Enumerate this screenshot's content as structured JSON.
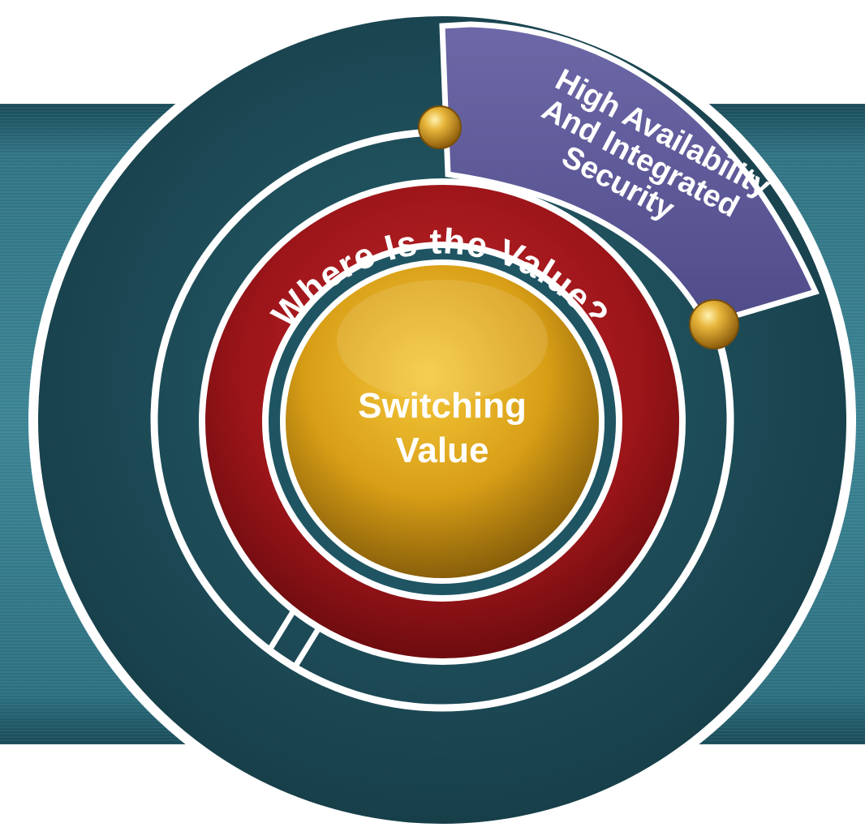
{
  "diagram": {
    "ring_label": "Where Is the Value?",
    "center": {
      "line1": "Switching",
      "line2": "Value"
    },
    "segment": {
      "line1": "High Availability",
      "line2": "And Integrated",
      "line3": "Security"
    }
  },
  "colors": {
    "background_band": "#2e6f80",
    "outer_disc": "#1e4f5c",
    "red_ring": "#a0161b",
    "gold_center": "#e0a81c",
    "segment_fill": "#5f5b9a",
    "knob": "#d9a52a"
  }
}
